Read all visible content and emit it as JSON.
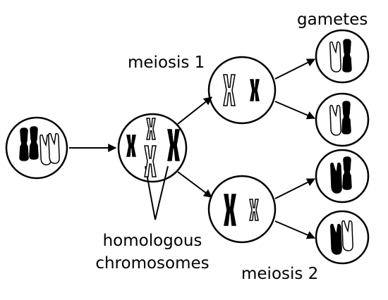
{
  "labels": {
    "gametes": "gametes",
    "meiosis_1": "meiosis 1",
    "meiosis_2": "meiosis 2",
    "homologous_line1": "homologous",
    "homologous_line2": "chromosomes"
  },
  "colors": {
    "stroke": "#000000",
    "maternal_fill": "#000000",
    "paternal_fill": "#ffffff",
    "background": "#ffffff"
  }
}
